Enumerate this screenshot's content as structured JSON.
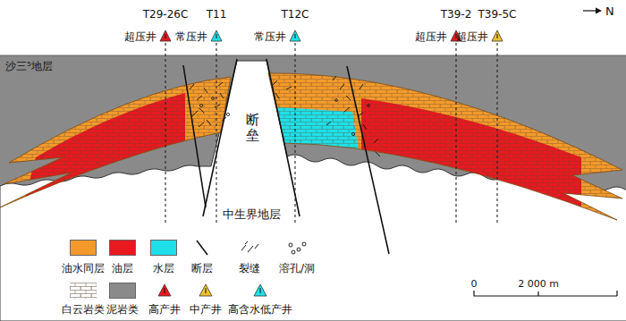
{
  "diagram": {
    "nodes": [
      {
        "text": [
          "T29-26C",
          "超压井"
        ]
      },
      {
        "text": [
          "T11",
          "常压井"
        ]
      },
      {
        "text": [
          "T12C",
          "常压井"
        ]
      },
      {
        "text": [
          "T39-2",
          "超压井"
        ]
      },
      {
        "text": [
          "T39-5C",
          "超压井"
        ]
      }
    ],
    "labels": [
      "N",
      "沙三⁵地层",
      "断垒",
      "中生界地层",
      "0",
      "2 000 m"
    ],
    "legend": [
      {
        "text": "油水同层",
        "color": "#f39a2b"
      },
      {
        "text": "油层",
        "color": "#e8191f"
      },
      {
        "text": "水层",
        "color": "#1fe0e8"
      },
      {
        "text": "断层"
      },
      {
        "text": "裂缝"
      },
      {
        "text": "溶孔/洞"
      },
      {
        "text": "白云岩类"
      },
      {
        "text": "泥岩类",
        "color": "#8a8a8a"
      },
      {
        "text": "高产井"
      },
      {
        "text": "中产井"
      },
      {
        "text": "高含水低产井"
      }
    ]
  }
}
